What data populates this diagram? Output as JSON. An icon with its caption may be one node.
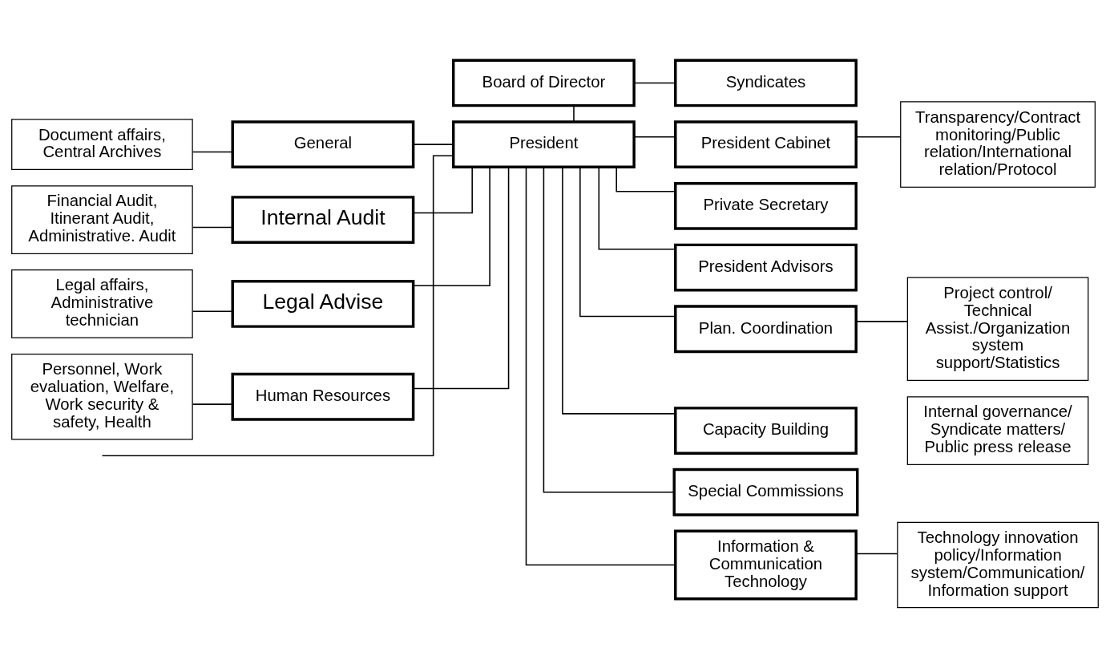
{
  "diagram": {
    "nodes": [
      {
        "text": [
          "Board of Director"
        ]
      },
      {
        "text": [
          "Syndicates"
        ]
      },
      {
        "text": [
          "President"
        ]
      },
      {
        "text": [
          "General"
        ]
      },
      {
        "text": [
          "Document affairs, Central Archives"
        ]
      },
      {
        "text": [
          "Internal Audit"
        ]
      },
      {
        "text": [
          "Financial Audit, Itinerant Audit, Administrative. Audit"
        ]
      },
      {
        "text": [
          "Legal Advise"
        ]
      },
      {
        "text": [
          "Legal affairs, Administrative technician"
        ]
      },
      {
        "text": [
          "Human Resources"
        ]
      },
      {
        "text": [
          "Personnel, Work evaluation, Welfare, Work security & safety, Health"
        ]
      },
      {
        "text": [
          "President Cabinet"
        ]
      },
      {
        "text": [
          "Transparency/Contract monitoring/Public relation/International relation/Protocol"
        ]
      },
      {
        "text": [
          "Private Secretary"
        ]
      },
      {
        "text": [
          "President Advisors"
        ]
      },
      {
        "text": [
          "Plan. Coordination"
        ]
      },
      {
        "text": [
          "Project control/ Technical Assist./Organization system support/Statistics"
        ]
      },
      {
        "text": [
          "Capacity Building"
        ]
      },
      {
        "text": [
          "Special Commissions"
        ]
      },
      {
        "text": [
          "Internal governance/ Syndicate matters/ Public press release"
        ]
      },
      {
        "text": [
          "Information & Communication Technology"
        ]
      },
      {
        "text": [
          "Technology innovation policy/Information system/Communication/ Information support"
        ]
      }
    ],
    "edges": [
      {
        "from": 0,
        "to": 1,
        "arrow": "none"
      },
      {
        "from": 0,
        "to": 2,
        "arrow": "none"
      },
      {
        "from": 2,
        "to": 3,
        "arrow": "none"
      },
      {
        "from": 2,
        "to": 5,
        "arrow": "none"
      },
      {
        "from": 2,
        "to": 7,
        "arrow": "none"
      },
      {
        "from": 2,
        "to": 9,
        "arrow": "none"
      },
      {
        "from": 3,
        "to": 4,
        "arrow": "none"
      },
      {
        "from": 5,
        "to": 6,
        "arrow": "none"
      },
      {
        "from": 7,
        "to": 8,
        "arrow": "none"
      },
      {
        "from": 9,
        "to": 10,
        "arrow": "none"
      },
      {
        "from": 2,
        "to": 11,
        "arrow": "none"
      },
      {
        "from": 2,
        "to": 13,
        "arrow": "none"
      },
      {
        "from": 2,
        "to": 14,
        "arrow": "none"
      },
      {
        "from": 2,
        "to": 15,
        "arrow": "none"
      },
      {
        "from": 2,
        "to": 17,
        "arrow": "none"
      },
      {
        "from": 2,
        "to": 18,
        "arrow": "none"
      },
      {
        "from": 2,
        "to": 20,
        "arrow": "none"
      },
      {
        "from": 11,
        "to": 12,
        "arrow": "none"
      },
      {
        "from": 15,
        "to": 16,
        "arrow": "none"
      },
      {
        "from": 20,
        "to": 21,
        "arrow": "none"
      },
      {
        "from": 2,
        "to": null,
        "arrow": "none"
      }
    ]
  }
}
